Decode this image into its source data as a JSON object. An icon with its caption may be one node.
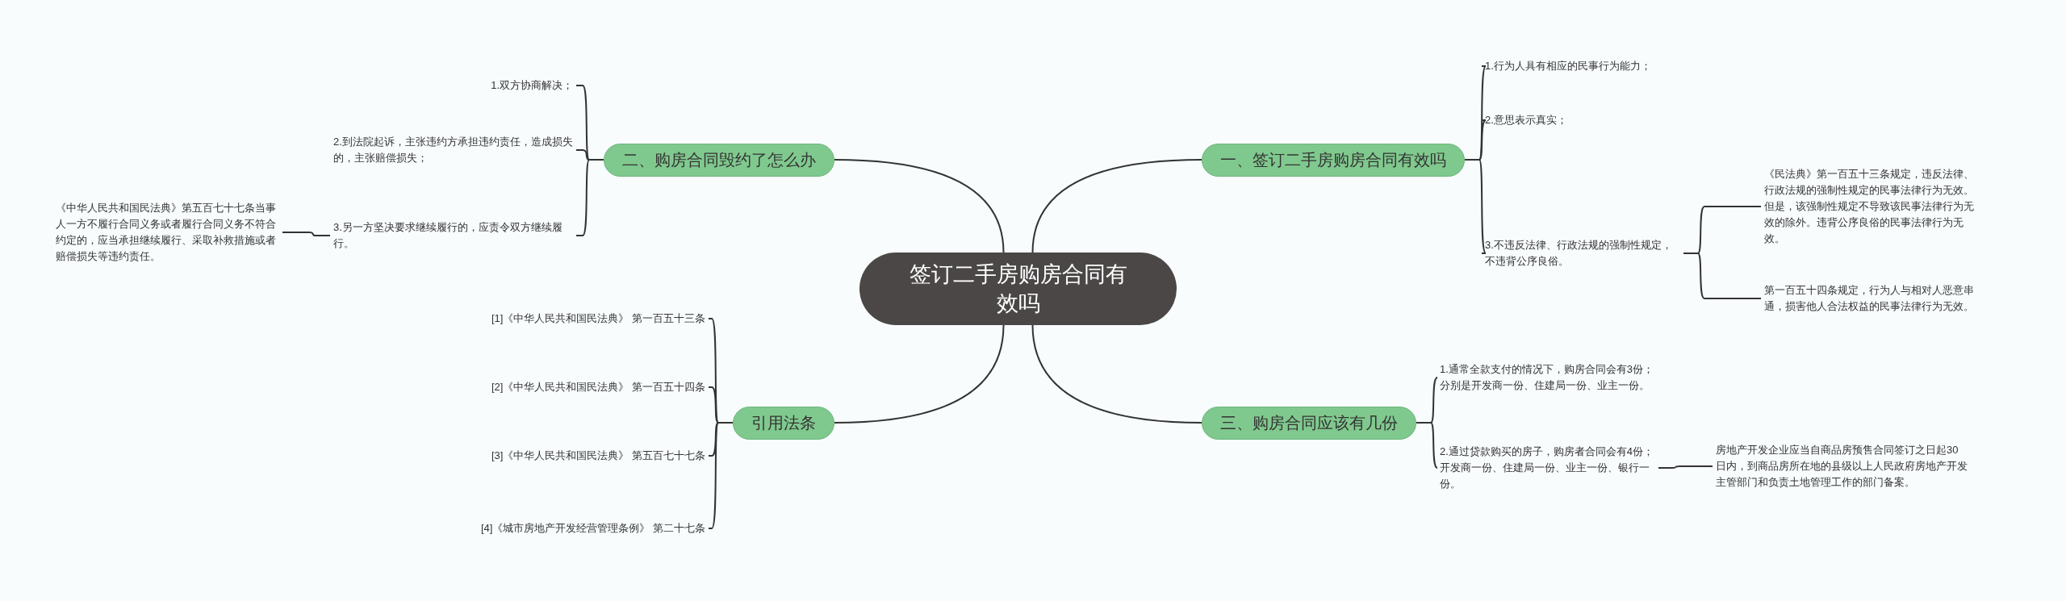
{
  "diagram": {
    "nodes": [
      {
        "text": [
          "签订二手房购房合同有效吗"
        ]
      },
      {
        "text": [
          "二、购房合同毁约了怎么办"
        ]
      },
      {
        "text": [
          "1.双方协商解决；"
        ]
      },
      {
        "text": [
          "2.到法院起诉，主张违约方承担违约责任，造成损失的，主张赔偿损失；"
        ]
      },
      {
        "text": [
          "3.另一方坚决要求继续履行的，应责令双方继续履行。"
        ]
      },
      {
        "text": [
          "《中华人民共和国民法典》第五百七十七条当事人一方不履行合同义务或者履行合同义务不符合约定的，应当承担继续履行、采取补救措施或者赔偿损失等违约责任。"
        ]
      },
      {
        "text": [
          "一、签订二手房购房合同有效吗"
        ]
      },
      {
        "text": [
          "1.行为人具有相应的民事行为能力；"
        ]
      },
      {
        "text": [
          "2.意思表示真实；"
        ]
      },
      {
        "text": [
          "3.不违反法律、行政法规的强制性规定，不违背公序良俗。"
        ]
      },
      {
        "text": [
          "《民法典》第一百五十三条规定，违反法律、行政法规的强制性规定的民事法律行为无效。但是，该强制性规定不导致该民事法律行为无效的除外。违背公序良俗的民事法律行为无效。"
        ]
      },
      {
        "text": [
          "第一百五十四条规定，行为人与相对人恶意串通，损害他人合法权益的民事法律行为无效。"
        ]
      },
      {
        "text": [
          "引用法条"
        ]
      },
      {
        "text": [
          "[1]《中华人民共和国民法典》 第一百五十三条"
        ]
      },
      {
        "text": [
          "[2]《中华人民共和国民法典》 第一百五十四条"
        ]
      },
      {
        "text": [
          "[3]《中华人民共和国民法典》 第五百七十七条"
        ]
      },
      {
        "text": [
          "[4]《城市房地产开发经营管理条例》 第二十七条"
        ]
      },
      {
        "text": [
          "三、购房合同应该有几份"
        ]
      },
      {
        "text": [
          "1.通常全款支付的情况下，购房合同会有3份；分别是开发商一份、住建局一份、业主一份。"
        ]
      },
      {
        "text": [
          "2.通过贷款购买的房子，购房者合同会有4份；开发商一份、住建局一份、业主一份、银行一份。"
        ]
      },
      {
        "text": [
          "房地产开发企业应当自商品房预售合同签订之日起30日内，到商品房所在地的县级以上人民政府房地产开发主管部门和负责土地管理工作的部门备案。"
        ]
      }
    ],
    "edges": [
      {
        "from": 0,
        "to": 1,
        "arrow": "none"
      },
      {
        "from": 1,
        "to": 2,
        "arrow": "none"
      },
      {
        "from": 1,
        "to": 3,
        "arrow": "none"
      },
      {
        "from": 1,
        "to": 4,
        "arrow": "none"
      },
      {
        "from": 4,
        "to": 5,
        "arrow": "none"
      },
      {
        "from": 0,
        "to": 6,
        "arrow": "none"
      },
      {
        "from": 6,
        "to": 7,
        "arrow": "none"
      },
      {
        "from": 6,
        "to": 8,
        "arrow": "none"
      },
      {
        "from": 6,
        "to": 9,
        "arrow": "none"
      },
      {
        "from": 9,
        "to": 10,
        "arrow": "none"
      },
      {
        "from": 9,
        "to": 11,
        "arrow": "none"
      },
      {
        "from": 0,
        "to": 12,
        "arrow": "none"
      },
      {
        "from": 12,
        "to": 13,
        "arrow": "none"
      },
      {
        "from": 12,
        "to": 14,
        "arrow": "none"
      },
      {
        "from": 12,
        "to": 15,
        "arrow": "none"
      },
      {
        "from": 12,
        "to": 16,
        "arrow": "none"
      },
      {
        "from": 0,
        "to": 17,
        "arrow": "none"
      },
      {
        "from": 17,
        "to": 18,
        "arrow": "none"
      },
      {
        "from": 17,
        "to": 19,
        "arrow": "none"
      },
      {
        "from": 19,
        "to": 20,
        "arrow": "none"
      }
    ]
  }
}
